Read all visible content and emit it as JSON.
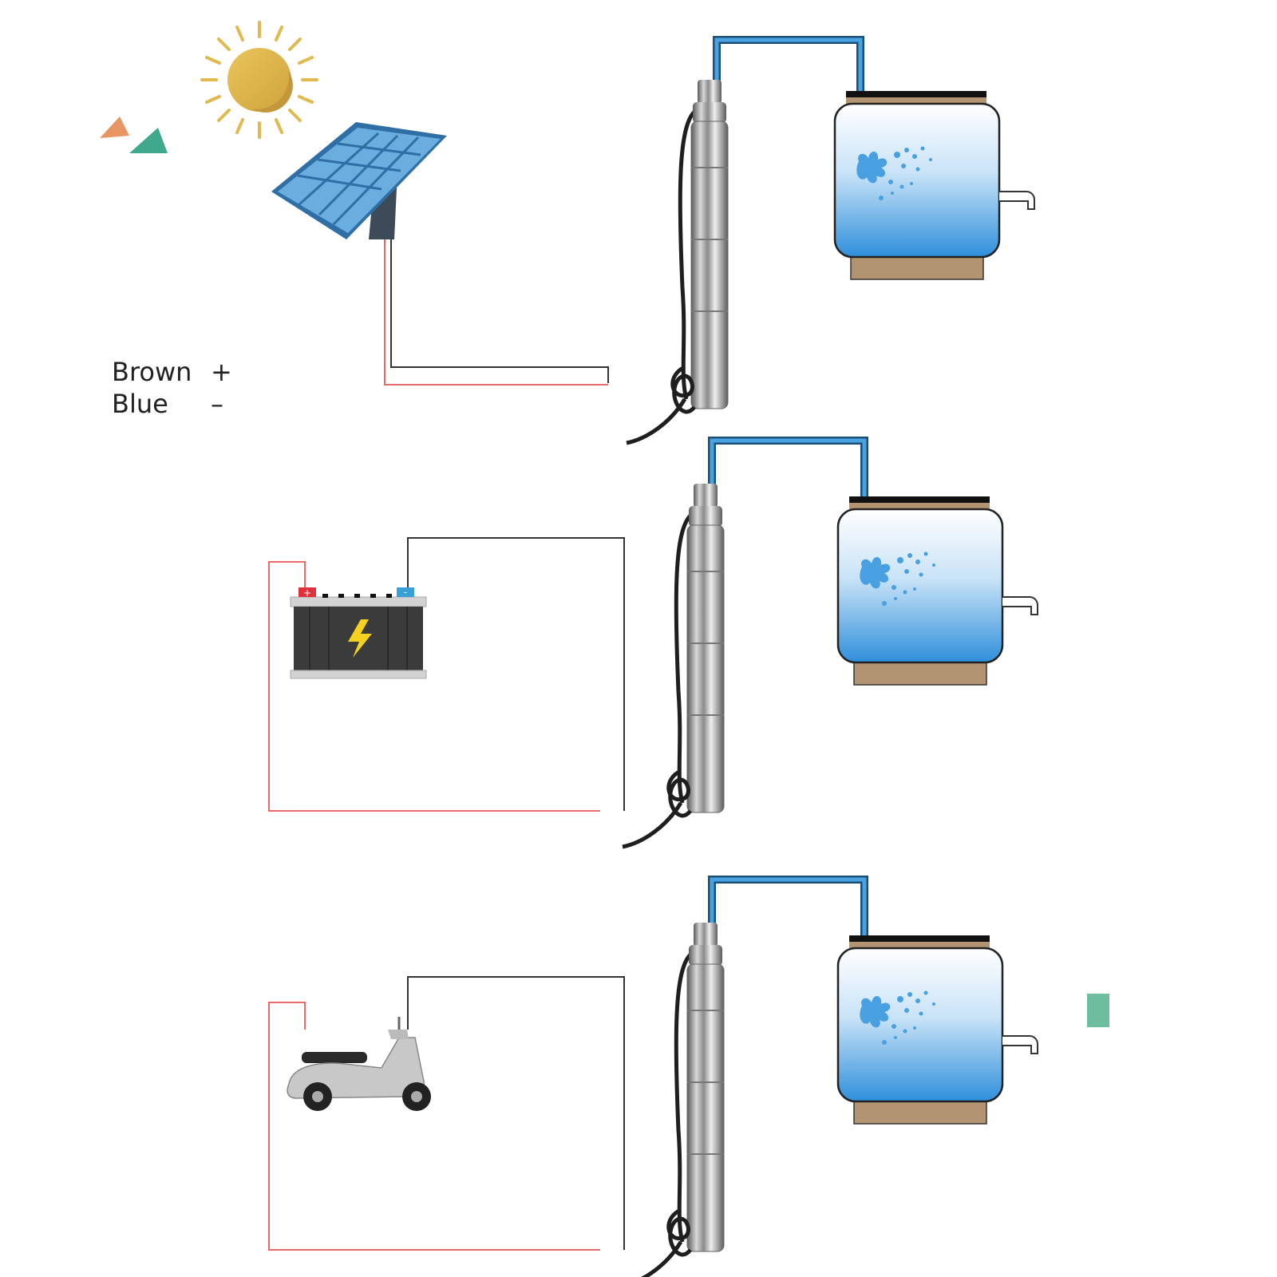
{
  "legend": {
    "rows": [
      {
        "name": "Brown",
        "sign": "+"
      },
      {
        "name": "Blue",
        "sign": "–"
      }
    ]
  },
  "scenes": [
    {
      "id": "solar",
      "time_icon": "sun-icon",
      "power_source": "solar-panel-icon"
    },
    {
      "id": "battery",
      "time_icon": "moon-icon",
      "power_source": "battery-icon"
    },
    {
      "id": "scooter",
      "time_icon": "moon-icon",
      "power_source": "scooter-icon"
    }
  ],
  "colors": {
    "positive_wire": "#e86a6a",
    "negative_wire": "#333333",
    "water_pipe": "#3a8fd0",
    "tank_base": "#b39472",
    "sun": "#e2b94e",
    "moon": "#f2b73a",
    "panel": "#4f90c8"
  }
}
